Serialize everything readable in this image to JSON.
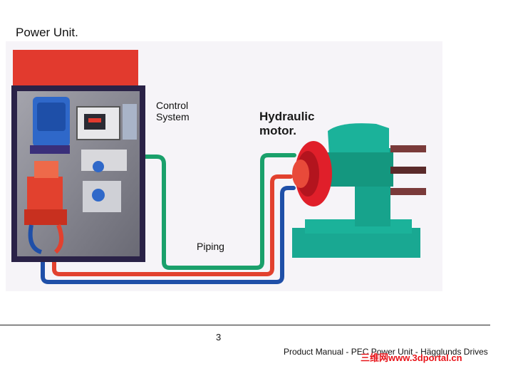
{
  "page": {
    "heading": "Power Unit.",
    "page_number": "3",
    "footer": "Product Manual - PEC Power Unit - Hägglunds Drives"
  },
  "figure": {
    "labels": {
      "control_line1": "Control",
      "control_line2": "System",
      "hydraulic_line1": "Hydraulic",
      "hydraulic_line2": "motor.",
      "piping": "Piping"
    },
    "colors": {
      "unit_frame": "#2a2247",
      "unit_top": "#e23a2e",
      "pipe_green": "#1aa06b",
      "pipe_red": "#e2412e",
      "pipe_blue": "#1f4fa8",
      "motor_teal": "#1bb29a",
      "motor_red": "#e01f2a"
    }
  },
  "watermark": {
    "text": "三维网www.3dportal.cn"
  }
}
